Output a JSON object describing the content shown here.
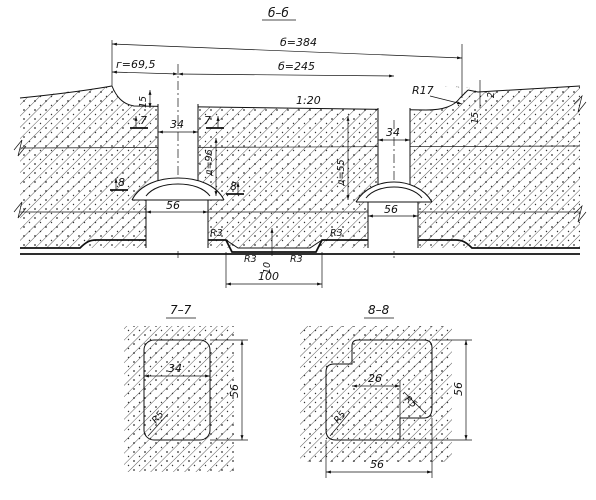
{
  "sections": {
    "main": {
      "title": "б–б",
      "slope": "1:20"
    },
    "s77": {
      "title": "7–7"
    },
    "s88": {
      "title": "8–8"
    }
  },
  "dimensions": {
    "overall": "б=384",
    "offset": "г=69,5",
    "spacing": "б=245",
    "top_radius": "R17",
    "dim_2": "2",
    "dim_15_right": "15",
    "dim_15_left": "15",
    "slot_left": "34",
    "slot_right": "34",
    "depth_left": "д=96",
    "depth_right": "д=55",
    "base_left": "56",
    "base_right": "56",
    "r3_left": "R3",
    "r3_right": "R3",
    "r3_groove_left": "R3",
    "r3_groove_right": "R3",
    "groove_depth": "10",
    "groove_width": "100",
    "cut7_left": "7",
    "cut7_right": "7",
    "cut8_left": "8",
    "cut8_right": "8",
    "s77_width": "34",
    "s77_height": "56",
    "s77_radius": "R5",
    "s88_inner": "26",
    "s88_height": "56",
    "s88_width": "56",
    "s88_r_left": "R5",
    "s88_r_right": "R5"
  }
}
